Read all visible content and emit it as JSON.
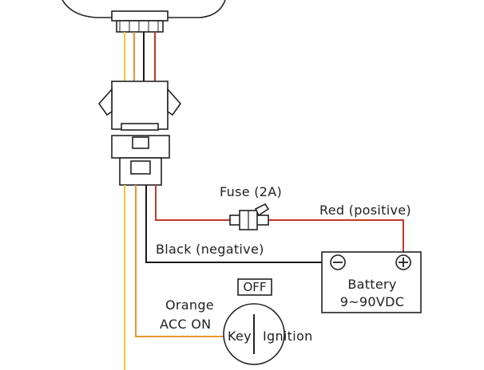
{
  "labels": {
    "fuse": "Fuse (2A)",
    "red": "Red (positive)",
    "black": "Black (negative)",
    "orange_line1": "Orange",
    "orange_line2": "ACC  ON",
    "battery_line1": "Battery",
    "battery_line2": "9~90VDC",
    "off": "OFF",
    "key": "Key",
    "ignition": "Ignition"
  },
  "colors": {
    "red_wire": "#c0392b",
    "black_wire": "#1a1a1a",
    "orange_wire": "#e8962e",
    "yellow_wire": "#f2c82f"
  }
}
